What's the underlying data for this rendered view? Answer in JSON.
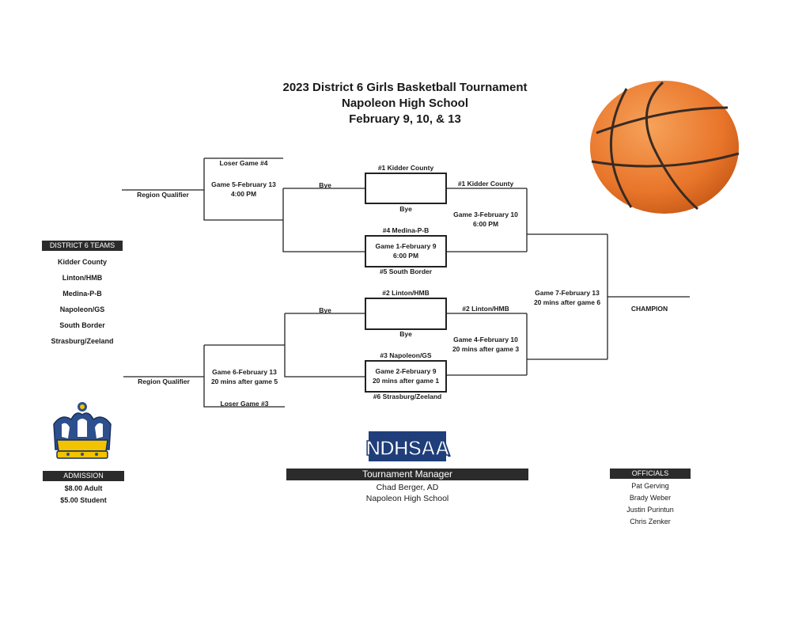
{
  "header": {
    "title": "2023 District 6 Girls Basketball Tournament",
    "venue": "Napoleon High School",
    "dates": "February 9, 10, & 13"
  },
  "teams": {
    "heading": "DISTRICT 6 TEAMS",
    "items": [
      "Kidder County",
      "Linton/HMB",
      "Medina-P-B",
      "Napoleon/GS",
      "South Border",
      "Strasburg/Zeeland"
    ]
  },
  "bracket": {
    "top": {
      "seed1": "#1 Kidder County",
      "seed4": "#4 Medina-P-B",
      "seed5": "#5 South Border",
      "bye_left": "Bye",
      "bye_box": "Bye",
      "advance": "#1 Kidder County",
      "game1_line1": "Game 1-February 9",
      "game1_line2": "6:00 PM",
      "game3_line1": "Game 3-February 10",
      "game3_line2": "6:00 PM",
      "loser_label": "Loser Game #4",
      "game5_line1": "Game 5-February 13",
      "game5_line2": "4:00 PM",
      "qualifier": "Region Qualifier"
    },
    "bottom": {
      "seed2": "#2 Linton/HMB",
      "seed3": "#3 Napoleon/GS",
      "seed6": "#6 Strasburg/Zeeland",
      "bye_left": "Bye",
      "bye_box": "Bye",
      "advance": "#2 Linton/HMB",
      "game2_line1": "Game 2-February 9",
      "game2_line2": "20 mins after game 1",
      "game4_line1": "Game 4-February 10",
      "game4_line2": "20 mins after game 3",
      "loser_label": "Loser Game #3",
      "game6_line1": "Game 6-February 13",
      "game6_line2": "20 mins after game 5",
      "qualifier": "Region Qualifier"
    },
    "final": {
      "game7_line1": "Game 7-February 13",
      "game7_line2": "20 mins after game 6",
      "champion": "CHAMPION"
    }
  },
  "admission": {
    "heading": "ADMISSION",
    "adult": "$8.00 Adult",
    "student": "$5.00 Student"
  },
  "manager": {
    "logo_text": "NDHSAA",
    "heading": "Tournament Manager",
    "name": "Chad Berger, AD",
    "school": "Napoleon High School"
  },
  "officials": {
    "heading": "OFFICIALS",
    "items": [
      "Pat Gerving",
      "Brady Weber",
      "Justin Purintun",
      "Chris Zenker"
    ]
  },
  "colors": {
    "ball_orange": "#e8752a",
    "crown_blue": "#2d4f8e",
    "crown_gold": "#f2c300",
    "logo_blue": "#1f3e7a"
  }
}
